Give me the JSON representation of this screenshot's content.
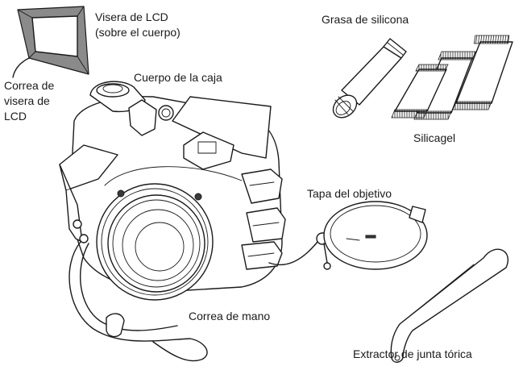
{
  "labels": {
    "lcd_hood": "Visera de LCD",
    "lcd_hood_note": "(sobre el cuerpo)",
    "lcd_hood_strap": [
      "Correa de",
      "visera de",
      "LCD"
    ],
    "housing_body": "Cuerpo de la caja",
    "silicone_grease": "Grasa de silicona",
    "silicagel": "Silicagel",
    "lens_cap": "Tapa del objetivo",
    "hand_strap": "Correa de mano",
    "o_ring_remover": "Extractor de junta tórica"
  },
  "colors": {
    "line": "#1a1a1a",
    "hood_grey": "#8a8a8a",
    "background": "#ffffff"
  }
}
